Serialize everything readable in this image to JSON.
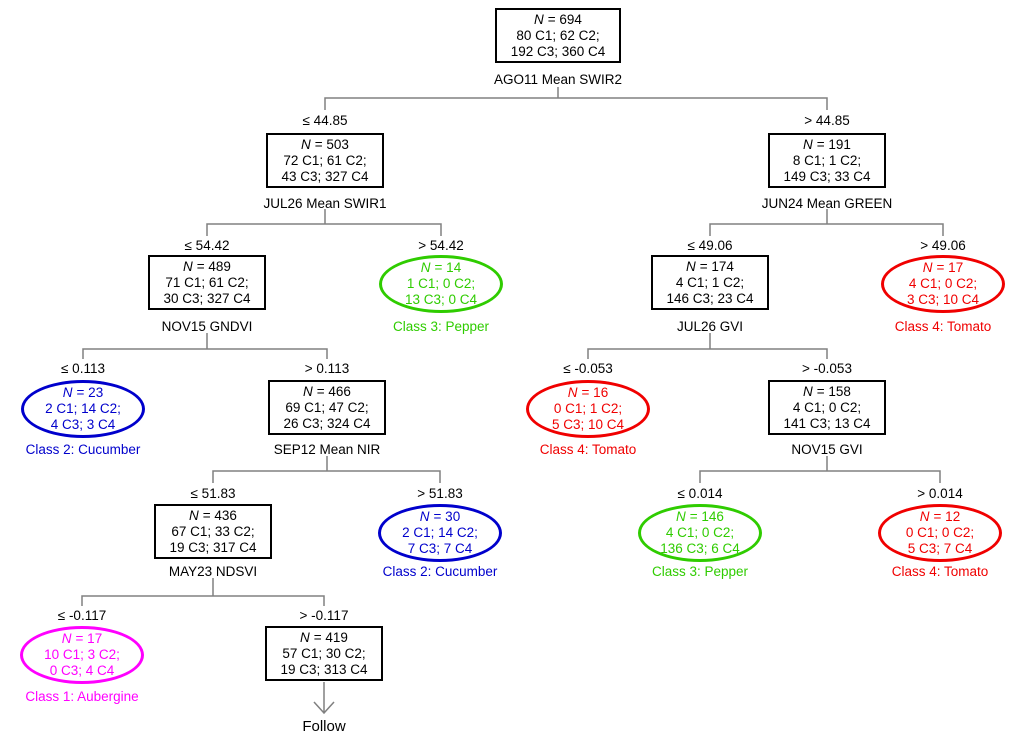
{
  "figure": {
    "type": "decision-tree",
    "follow_label": "Follow"
  },
  "colors": {
    "node_border_black": "#000000",
    "connector_gray": "#808080",
    "pepper_green": "#2fcc00",
    "tomato_red": "#f00000",
    "cucumber_blue": "#0000cc",
    "aubergine_magenta": "#ff00ff"
  },
  "classes": [
    {
      "id": "C1",
      "label": "Class 1: Aubergine",
      "color": "#ff00ff"
    },
    {
      "id": "C2",
      "label": "Class 2: Cucumber",
      "color": "#0000cc"
    },
    {
      "id": "C3",
      "label": "Class 3: Pepper",
      "color": "#2fcc00"
    },
    {
      "id": "C4",
      "label": "Class 4: Tomato",
      "color": "#f00000"
    }
  ],
  "nodes": [
    {
      "edge": "",
      "n_sym": "N",
      "n_val": "= 694",
      "counts_a": "80 C1; 62 C2;",
      "counts_b": "192 C3; 360 C4",
      "label": "AGO11 Mean SWIR2"
    },
    {
      "edge": "≤ 44.85",
      "n_sym": "N",
      "n_val": "= 503",
      "counts_a": "72 C1; 61 C2;",
      "counts_b": "43 C3; 327 C4",
      "label": "JUL26 Mean SWIR1"
    },
    {
      "edge": "> 44.85",
      "n_sym": "N",
      "n_val": "= 191",
      "counts_a": "8 C1; 1 C2;",
      "counts_b": "149 C3; 33 C4",
      "label": "JUN24 Mean GREEN"
    },
    {
      "edge": "≤ 54.42",
      "n_sym": "N",
      "n_val": "= 489",
      "counts_a": "71 C1; 61 C2;",
      "counts_b": "30 C3; 327 C4",
      "label": "NOV15 GNDVI"
    },
    {
      "edge": "> 54.42",
      "n_sym": "N",
      "n_val": "= 14",
      "counts_a": "1 C1; 0 C2;",
      "counts_b": "13 C3; 0 C4",
      "label": "Class 3: Pepper"
    },
    {
      "edge": "≤ 49.06",
      "n_sym": "N",
      "n_val": "= 174",
      "counts_a": "4 C1; 1 C2;",
      "counts_b": "146 C3; 23 C4",
      "label": "JUL26 GVI"
    },
    {
      "edge": "> 49.06",
      "n_sym": "N",
      "n_val": "= 17",
      "counts_a": "4 C1; 0 C2;",
      "counts_b": "3 C3; 10 C4",
      "label": "Class 4: Tomato"
    },
    {
      "edge": "≤ 0.113",
      "n_sym": "N",
      "n_val": "= 23",
      "counts_a": "2 C1; 14 C2;",
      "counts_b": "4 C3; 3 C4",
      "label": "Class 2: Cucumber"
    },
    {
      "edge": "> 0.113",
      "n_sym": "N",
      "n_val": "= 466",
      "counts_a": "69 C1; 47 C2;",
      "counts_b": "26 C3; 324 C4",
      "label": "SEP12 Mean NIR"
    },
    {
      "edge": "≤ -0.053",
      "n_sym": "N",
      "n_val": "= 16",
      "counts_a": "0 C1; 1 C2;",
      "counts_b": "5 C3; 10 C4",
      "label": "Class 4: Tomato"
    },
    {
      "edge": "> -0.053",
      "n_sym": "N",
      "n_val": "= 158",
      "counts_a": "4 C1; 0 C2;",
      "counts_b": "141 C3; 13 C4",
      "label": "NOV15 GVI"
    },
    {
      "edge": "≤ 51.83",
      "n_sym": "N",
      "n_val": "= 436",
      "counts_a": "67 C1; 33 C2;",
      "counts_b": "19 C3; 317 C4",
      "label": "MAY23 NDSVI"
    },
    {
      "edge": "> 51.83",
      "n_sym": "N",
      "n_val": "= 30",
      "counts_a": "2 C1; 14 C2;",
      "counts_b": "7 C3; 7 C4",
      "label": "Class 2: Cucumber"
    },
    {
      "edge": "≤ 0.014",
      "n_sym": "N",
      "n_val": "= 146",
      "counts_a": "4 C1; 0 C2;",
      "counts_b": "136 C3; 6 C4",
      "label": "Class 3: Pepper"
    },
    {
      "edge": "> 0.014",
      "n_sym": "N",
      "n_val": "= 12",
      "counts_a": "0 C1; 0 C2;",
      "counts_b": "5 C3; 7 C4",
      "label": "Class 4: Tomato"
    },
    {
      "edge": "≤ -0.117",
      "n_sym": "N",
      "n_val": "= 17",
      "counts_a": "10 C1; 3 C2;",
      "counts_b": "0 C3; 4 C4",
      "label": "Class 1: Aubergine"
    },
    {
      "edge": "> -0.117",
      "n_sym": "N",
      "n_val": "= 419",
      "counts_a": "57 C1; 30 C2;",
      "counts_b": "19 C3; 313 C4",
      "label": ""
    }
  ]
}
